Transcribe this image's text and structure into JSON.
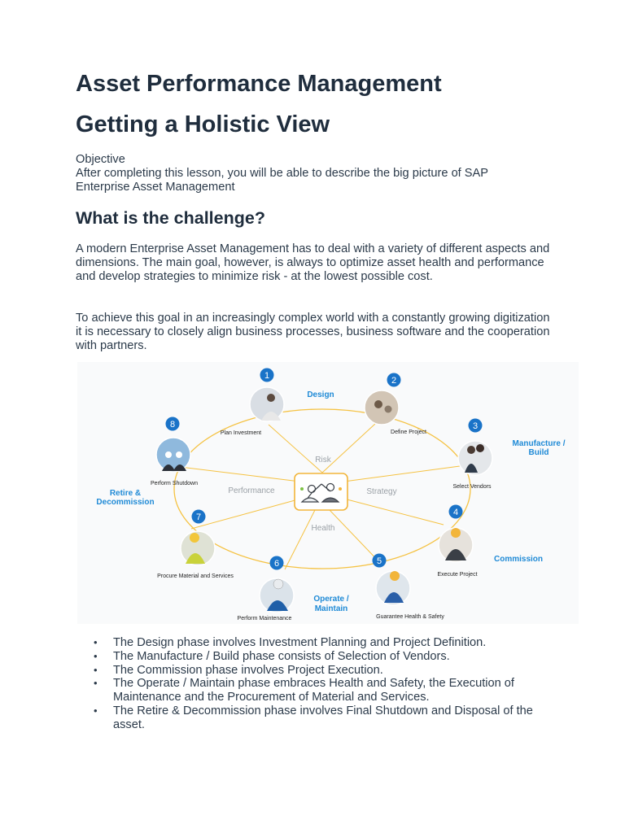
{
  "title_line1": "Asset Performance Management",
  "title_line2": "Getting a Holistic View",
  "objective_label": "Objective",
  "objective_text": "After completing this lesson, you will be able to describe the big picture of SAP Enterprise Asset Management",
  "section_heading": "What is the challenge?",
  "paragraph1": "A modern Enterprise Asset Management has to deal with a variety of different aspects and dimensions. The main goal, however, is always to optimize asset health and performance and develop strategies to minimize risk - at the lowest possible cost.",
  "paragraph2": "To achieve this goal in an increasingly complex world with a constantly growing digitization it is necessary to closely align business processes, business software and the cooperation with partners.",
  "diagram": {
    "center_labels": {
      "risk": "Risk",
      "performance": "Performance",
      "strategy": "Strategy",
      "health": "Health"
    },
    "phases": {
      "design": "Design",
      "manufacture_line1": "Manufacture /",
      "manufacture_line2": "Build",
      "commission": "Commission",
      "operate_line1": "Operate /",
      "operate_line2": "Maintain",
      "retire_line1": "Retire &",
      "retire_line2": "Decommission"
    },
    "steps": [
      {
        "number": "1",
        "label": "Plan Investment"
      },
      {
        "number": "2",
        "label": "Define Project"
      },
      {
        "number": "3",
        "label": "Select Vendors"
      },
      {
        "number": "4",
        "label": "Execute Project"
      },
      {
        "number": "5",
        "label": "Guarantee Health & Safety"
      },
      {
        "number": "6",
        "label": "Perform Maintenance"
      },
      {
        "number": "7",
        "label": "Procure Material and Services"
      },
      {
        "number": "8",
        "label": "Perform Shutdown"
      }
    ],
    "colors": {
      "ring": "#f5c242",
      "badge": "#1a73c8",
      "phase_text": "#1f8ad6",
      "center_text": "#9aa0a6"
    }
  },
  "bullets": [
    "The Design phase involves Investment Planning and Project Definition.",
    "The Manufacture / Build phase consists of Selection of Vendors.",
    "The Commission phase involves Project Execution.",
    "The Operate / Maintain phase embraces Health and Safety, the Execution of Maintenance and the Procurement of Material and Services.",
    "The Retire & Decommission phase involves Final Shutdown and Disposal of the asset."
  ]
}
